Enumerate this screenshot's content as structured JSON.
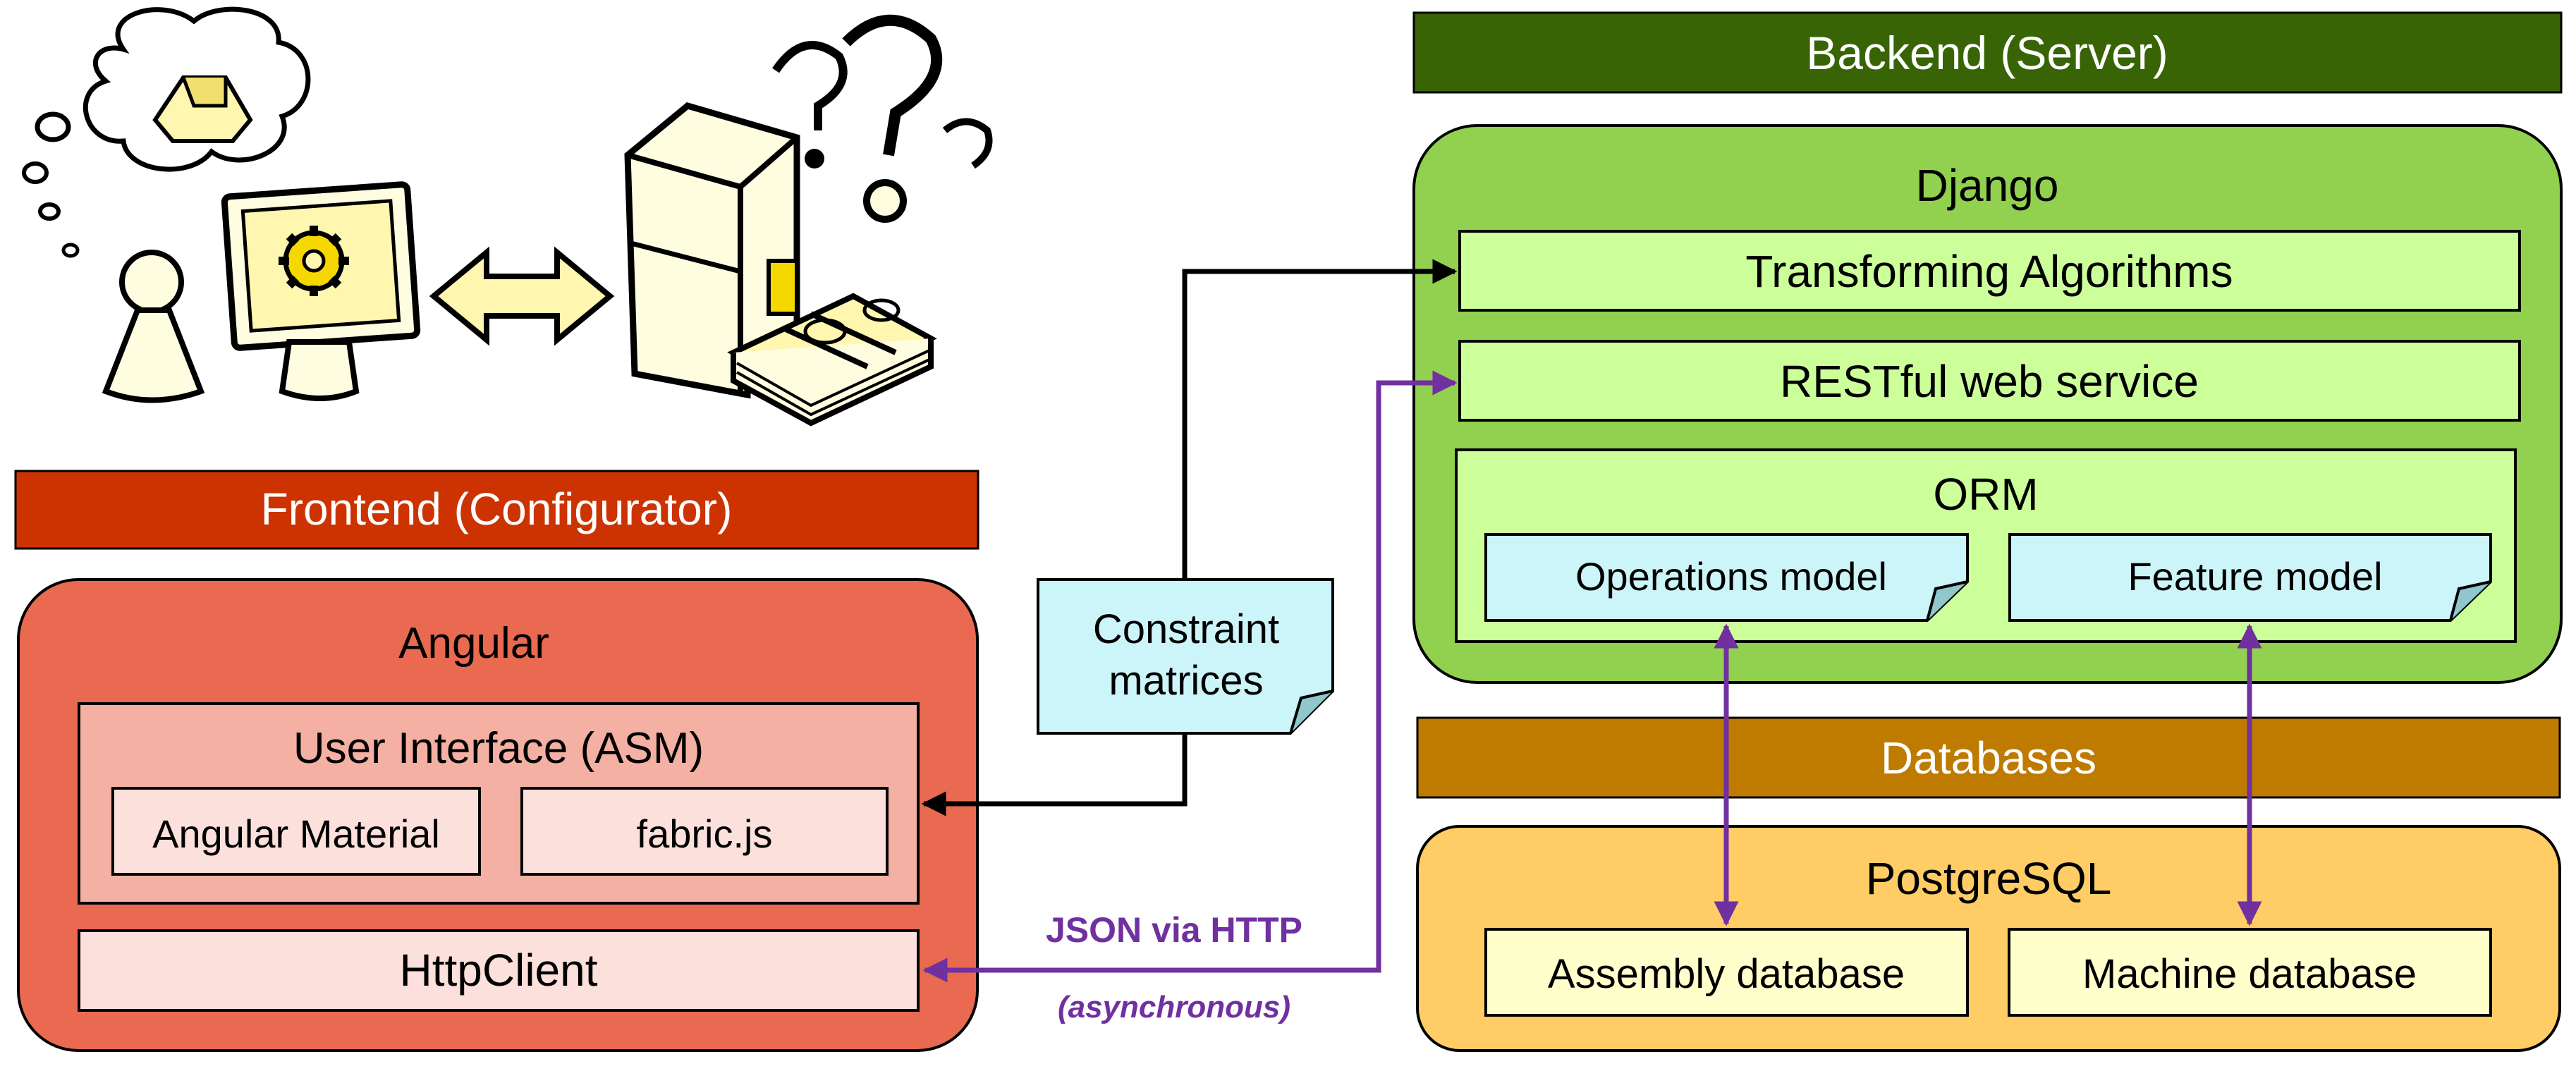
{
  "frontend": {
    "header": "Frontend (Configurator)",
    "framework": "Angular",
    "ui_title": "User Interface (ASM)",
    "lib_material": "Angular Material",
    "lib_fabric": "fabric.js",
    "http_client": "HttpClient"
  },
  "backend": {
    "header": "Backend (Server)",
    "framework": "Django",
    "algorithms": "Transforming Algorithms",
    "rest": "RESTful web service",
    "orm": "ORM",
    "operations_model": "Operations model",
    "feature_model": "Feature model"
  },
  "databases": {
    "header": "Databases",
    "engine": "PostgreSQL",
    "assembly_db": "Assembly database",
    "machine_db": "Machine database"
  },
  "connectors": {
    "constraint_line1": "Constraint",
    "constraint_line2": "matrices",
    "json_label": "JSON via HTTP",
    "async_label": "(asynchronous)"
  },
  "colors": {
    "frontend_header": "#cc3300",
    "frontend_container": "#e96a50",
    "ui_box": "#f4b0a3",
    "lib_box": "#fbe0db",
    "backend_header": "#386405",
    "django_container": "#92d050",
    "django_inner": "#ccff99",
    "note_fill": "#ccf5fa",
    "databases_header": "#bf7a00",
    "postgres_container": "#ffcc66",
    "db_box": "#ffffcc",
    "json_arrow": "#7030a0"
  }
}
